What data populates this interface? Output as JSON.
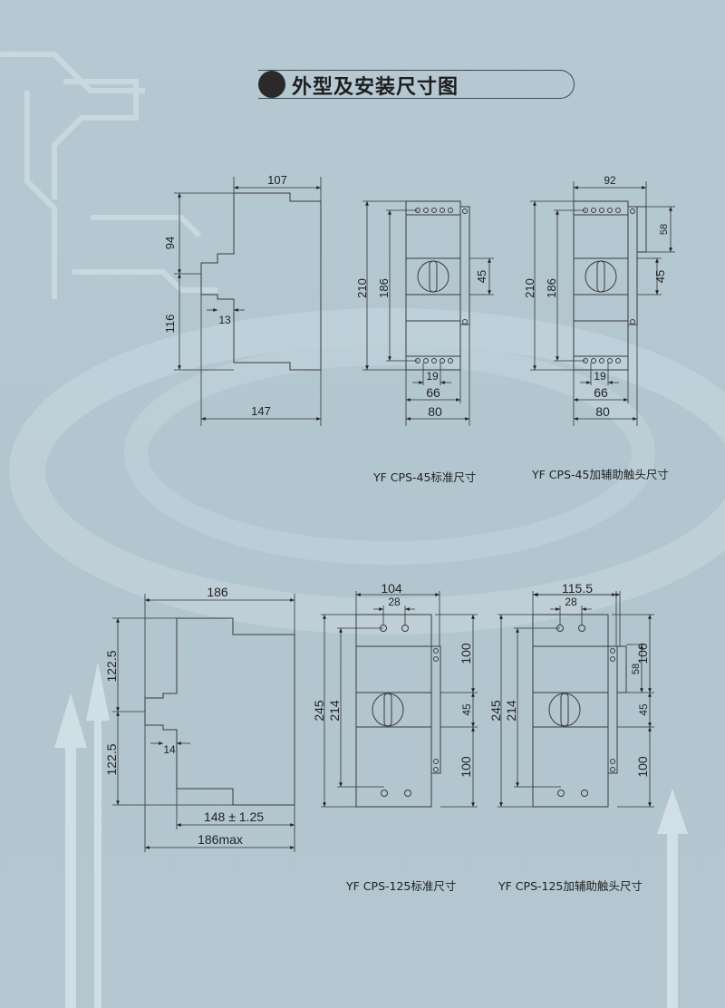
{
  "header": {
    "title": "外型及安装尺寸图",
    "icon": "circuit-icon"
  },
  "colors": {
    "background": "#b4c7d1",
    "line": "#3a3a3a",
    "title_bar_border": "#3a4a52"
  },
  "drawings": {
    "cps45_side": {
      "width_top": "107",
      "h_upper": "94",
      "h_lower": "116",
      "rail": "13",
      "depth": "147"
    },
    "cps45_std": {
      "h_total": "210",
      "h_mount": "186",
      "knob": "45",
      "pitch": "19",
      "w_mount": "66",
      "w_total": "80",
      "caption": "YF CPS-45标准尺寸"
    },
    "cps45_aux": {
      "w_aux": "92",
      "aux_h": "58",
      "h_total": "210",
      "h_mount": "186",
      "knob": "45",
      "pitch": "19",
      "w_mount": "66",
      "w_total": "80",
      "caption": "YF CPS-45加辅助触头尺寸"
    },
    "cps125_side": {
      "width_top": "186",
      "h_upper": "122.5",
      "h_lower": "122.5",
      "rail": "14",
      "depth": "148 ± 1.25",
      "depth_max": "186max"
    },
    "cps125_std": {
      "w_total": "104",
      "hole_pitch": "28",
      "h_total": "245",
      "h_mount": "214",
      "upper": "100",
      "knob": "45",
      "lower": "100",
      "caption": "YF CPS-125标准尺寸"
    },
    "cps125_aux": {
      "w_total": "115.5",
      "hole_pitch": "28",
      "h_total": "245",
      "h_mount": "214",
      "aux_h": "58",
      "upper": "100",
      "knob": "45",
      "lower": "100",
      "caption": "YF CPS-125加辅助触头尺寸"
    }
  }
}
